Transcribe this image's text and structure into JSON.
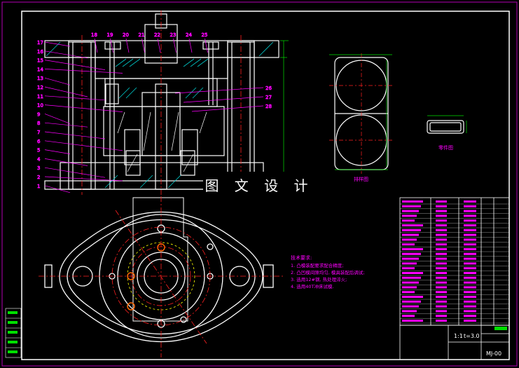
{
  "colors": {
    "background": "#000000",
    "outline": "#ffffff",
    "border": "#b400b4",
    "leader": "#ff00ff",
    "centerline": "#ff2020",
    "dimension": "#00e000",
    "hatch": "#00c8c8",
    "hidden": "#ffff00",
    "text": "#ffffff"
  },
  "balloons": {
    "left": [
      "17",
      "16",
      "15",
      "14",
      "13",
      "12",
      "11",
      "10",
      "9",
      "8",
      "7",
      "6",
      "5",
      "4",
      "3",
      "2",
      "1"
    ],
    "top": [
      "18",
      "19",
      "20",
      "21",
      "22",
      "23",
      "24",
      "25"
    ],
    "right": [
      "26",
      "27",
      "28"
    ]
  },
  "views": {
    "strip_layout_label": "排样图",
    "workpiece_label": "零件图"
  },
  "watermark": "图 文 设 计",
  "technical_requirements": {
    "title": "技术要求:",
    "items": [
      "1. 凸模装配要求配合精度;",
      "2. 凸凹模间隙均匀, 模具装配后调试;",
      "3. 选用12#钢, 热处理淬火;",
      "4. 选用40T冲床试模."
    ]
  },
  "title_block": {
    "scale": "1:1",
    "thickness": "t=3.0",
    "drawing_no": "MJ-00"
  }
}
